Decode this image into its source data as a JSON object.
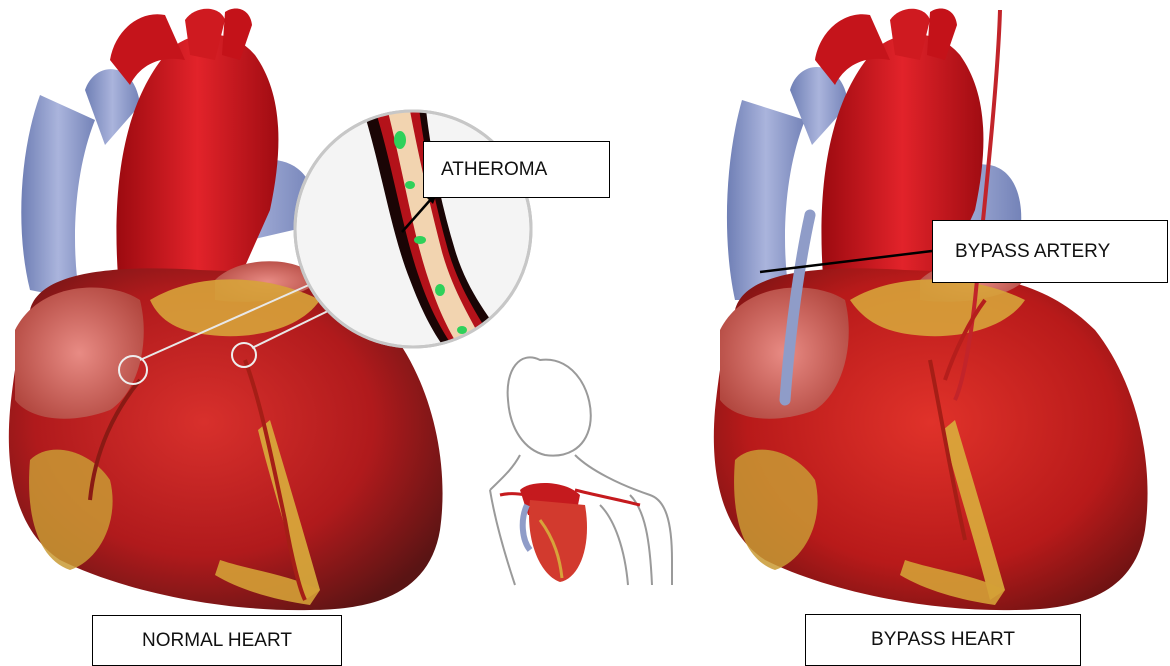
{
  "labels": {
    "atheroma": "ATHEROMA",
    "bypass_artery": "BYPASS ARTERY",
    "normal_heart": "NORMAL HEART",
    "bypass_heart": "BYPASS HEART"
  },
  "colors": {
    "aorta_red": "#c8101a",
    "vein_blue": "#8f9cc8",
    "muscle_red": "#b51c1c",
    "fat_yellow": "#d8a93a",
    "plaque_green": "#2fd15a",
    "outline": "#000000"
  }
}
